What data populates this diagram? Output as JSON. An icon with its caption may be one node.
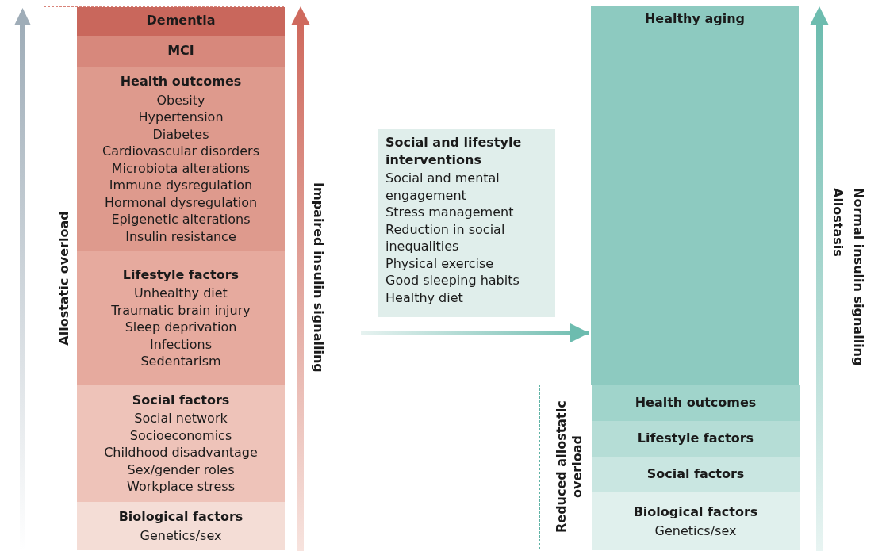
{
  "diagram": {
    "nodes": [
      {
        "text": [
          "Allostatic overload"
        ]
      },
      {
        "text": [
          "Dementia"
        ],
        "in": 0
      },
      {
        "text": [
          "MCI"
        ],
        "in": 0
      },
      {
        "text": [
          "Health outcomes",
          "Obesity",
          "Hypertension",
          "Diabetes",
          "Cardiovascular disorders",
          "Microbiota alterations",
          "Immune dysregulation",
          "Hormonal dysregulation",
          "Epigenetic alterations",
          "Insulin resistance"
        ],
        "in": 0
      },
      {
        "text": [
          "Lifestyle factors",
          "Unhealthy diet",
          "Traumatic brain injury",
          "Sleep deprivation",
          "Infections",
          "Sedentarism"
        ],
        "in": 0
      },
      {
        "text": [
          "Social factors",
          "Social network",
          "Socioeconomics",
          "Childhood disadvantage",
          "Sex/gender roles",
          "Workplace stress"
        ],
        "in": 0
      },
      {
        "text": [
          "Biological factors",
          "Genetics/sex"
        ],
        "in": 0
      },
      {
        "text": [
          "Social and lifestyle interventions",
          "Social and mental engagement",
          "Stress management",
          "Reduction in social inequalities",
          "Physical exercise",
          "Good sleeping habits",
          "Healthy diet"
        ]
      },
      {
        "text": [
          "Healthy aging"
        ]
      },
      {
        "text": [
          "Reduced allostatic overload"
        ]
      },
      {
        "text": [
          "Health outcomes"
        ],
        "in": 9
      },
      {
        "text": [
          "Lifestyle factors"
        ],
        "in": 9
      },
      {
        "text": [
          "Social factors"
        ],
        "in": 9
      },
      {
        "text": [
          "Biological factors",
          "Genetics/sex"
        ],
        "in": 9
      }
    ],
    "edges": [
      {
        "from": null,
        "to": 8,
        "arrow": "to"
      }
    ],
    "labels": [
      "Impaired insulin signalling",
      "Normal insulin signalling",
      "Allostasis"
    ]
  }
}
